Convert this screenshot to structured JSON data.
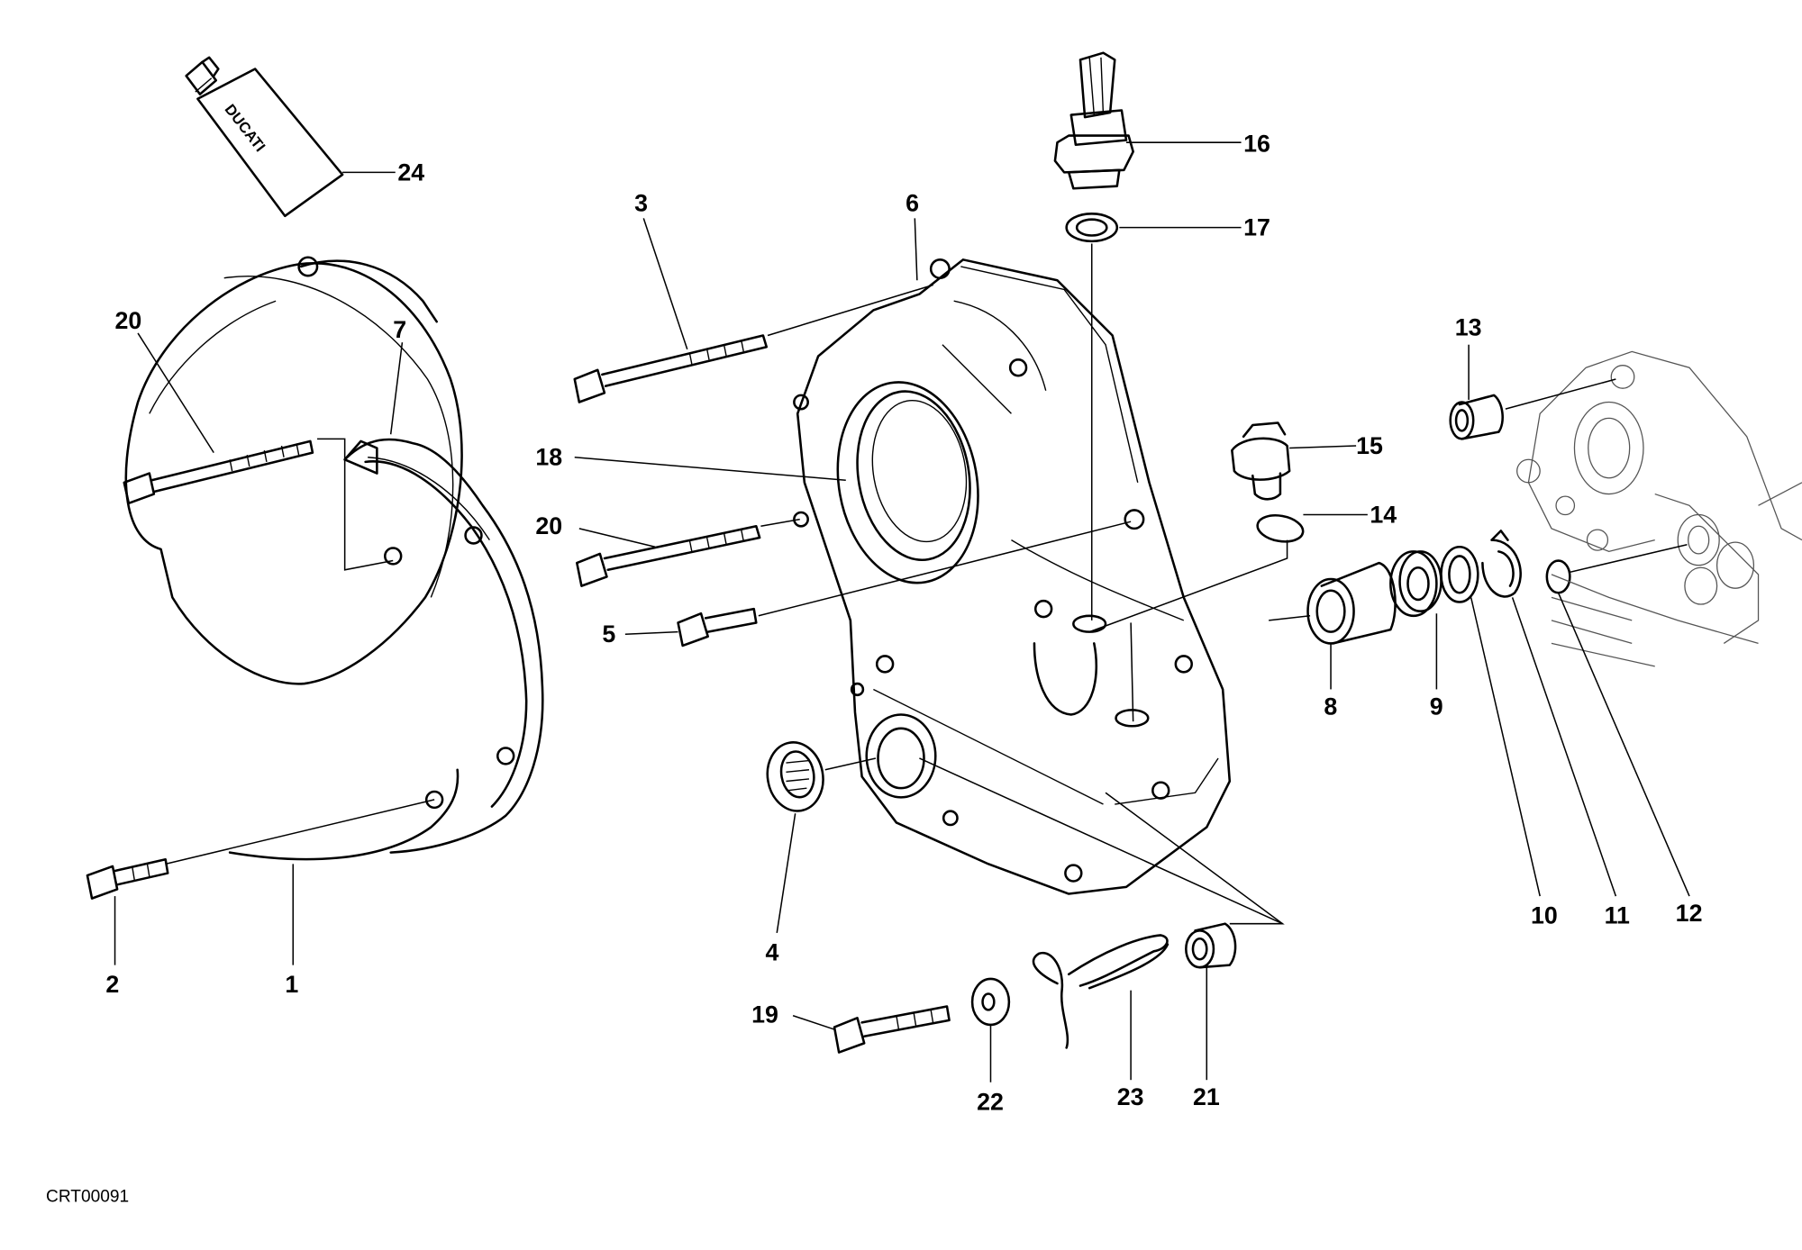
{
  "diagram": {
    "drawing_code": "CRT00091",
    "tube_brand": "DUCATI",
    "callouts": [
      "1",
      "2",
      "3",
      "4",
      "5",
      "6",
      "7",
      "8",
      "9",
      "10",
      "11",
      "12",
      "13",
      "14",
      "15",
      "16",
      "17",
      "18",
      "19",
      "20",
      "20",
      "21",
      "22",
      "23",
      "24"
    ]
  }
}
